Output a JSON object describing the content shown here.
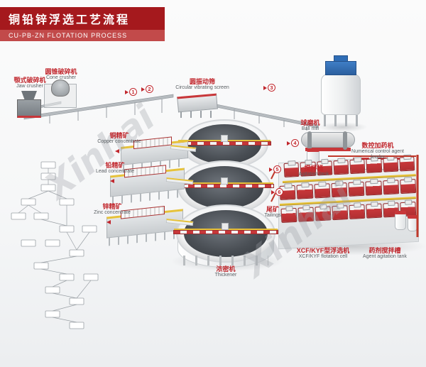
{
  "header": {
    "title_zh": "铜铅锌浮选工艺流程",
    "title_en": "CU-PB-ZN FLOTATION PROCESS"
  },
  "watermark": "Xinhai",
  "labels": {
    "jaw_crusher": {
      "zh": "颚式破碎机",
      "en": "Jaw crusher"
    },
    "cone_crusher": {
      "zh": "圆锥破碎机",
      "en": "Cone crusher"
    },
    "vibrating_screen": {
      "zh": "圆振动筛",
      "en": "Circular vibrating screen"
    },
    "ball_mill": {
      "zh": "球磨机",
      "en": "Ball mill"
    },
    "agitation_tank": {
      "zh": "搅拌桶",
      "en": "Agitation tank"
    },
    "agent_feeder": {
      "zh": "数控加药机",
      "en": "Numerical control agent feeder"
    },
    "copper_concentrate": {
      "zh": "铜精矿",
      "en": "Copper concentrate"
    },
    "lead_concentrate": {
      "zh": "铅精矿",
      "en": "Lead concentrate"
    },
    "zinc_concentrate": {
      "zh": "锌精矿",
      "en": "Zinc concentrate"
    },
    "thickener": {
      "zh": "浓密机",
      "en": "Thickener"
    },
    "tailings": {
      "zh": "尾矿",
      "en": "Tailings"
    },
    "flotation_cell": {
      "zh": "XCF/KYF型浮选机",
      "en": "XCF/KYF flotation cell"
    },
    "agent_agitation_tank": {
      "zh": "药剂搅拌槽",
      "en": "Agent agitation tank"
    }
  },
  "markers": [
    "1",
    "2",
    "3",
    "4",
    "5",
    "6"
  ],
  "colors": {
    "banner_dark": "#a5191d",
    "banner_light": "#c24a4a",
    "label_red": "#c1272d",
    "machine_red": "#c8373a",
    "walkway_yellow": "#e6c23a",
    "silo_blue": "#2f6db5",
    "slurry_dark": "#4a4f55"
  }
}
